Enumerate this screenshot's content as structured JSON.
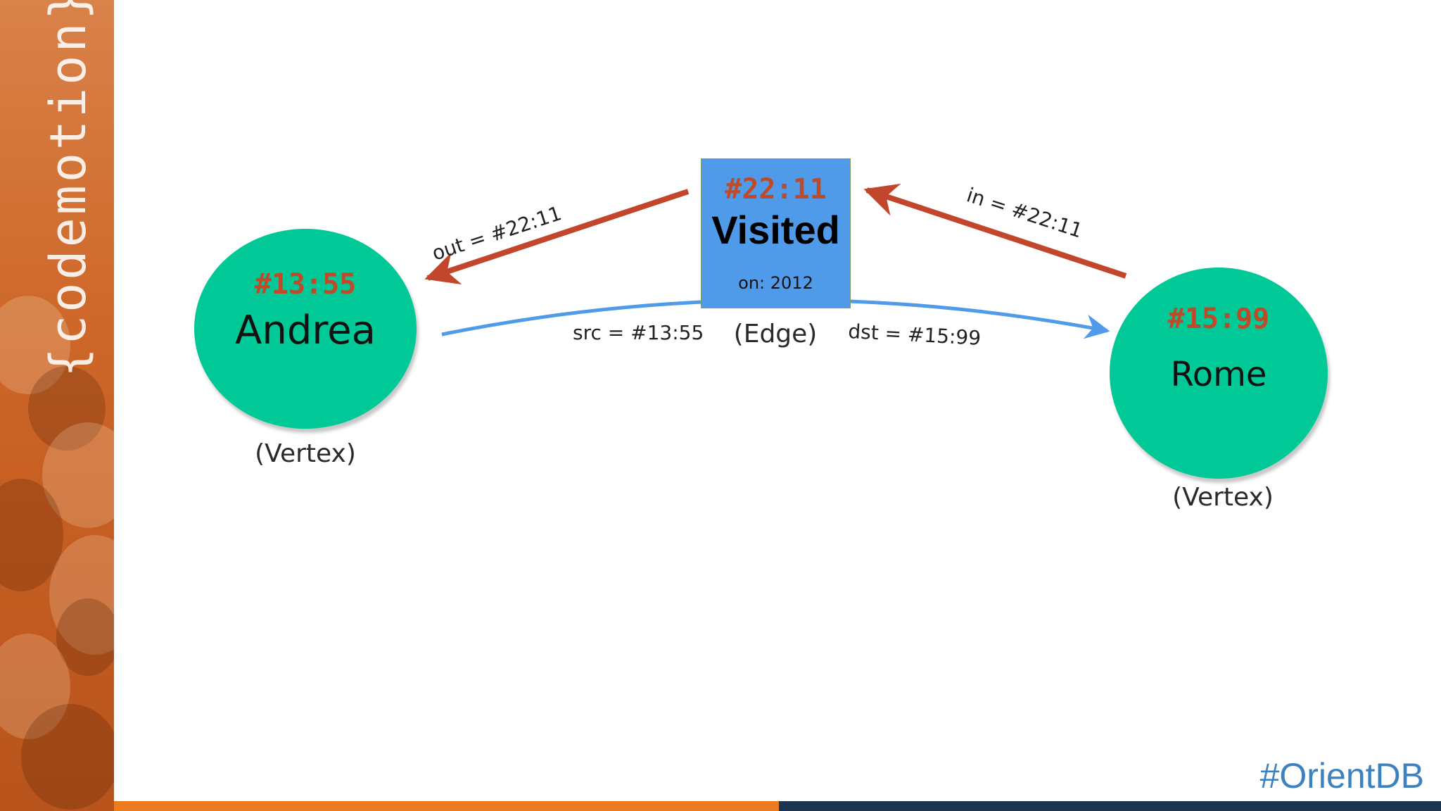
{
  "brand": {
    "logo_text": "{codemotion}",
    "hashtag": "#OrientDB"
  },
  "colors": {
    "vertex_fill": "#00c896",
    "edge_fill": "#4f9be9",
    "rid_text": "#bf4a2a",
    "pointer_arrow": "#c2462b",
    "flow_arrow": "#4f9be9",
    "bar_orange": "#ec7a1f",
    "bar_navy": "#1c3651",
    "hashtag": "#3d82c0"
  },
  "diagram": {
    "vertex_left": {
      "rid": "#13:55",
      "name": "Andrea",
      "caption": "(Vertex)"
    },
    "vertex_right": {
      "rid": "#15:99",
      "name": "Rome",
      "caption": "(Vertex)"
    },
    "edge": {
      "rid": "#22:11",
      "label": "Visited",
      "property": "on: 2012",
      "caption": "(Edge)"
    },
    "links": {
      "out_label": "out = #22:11",
      "in_label": "in = #22:11",
      "src_label": "src = #13:55",
      "dst_label": "dst = #15:99"
    }
  }
}
